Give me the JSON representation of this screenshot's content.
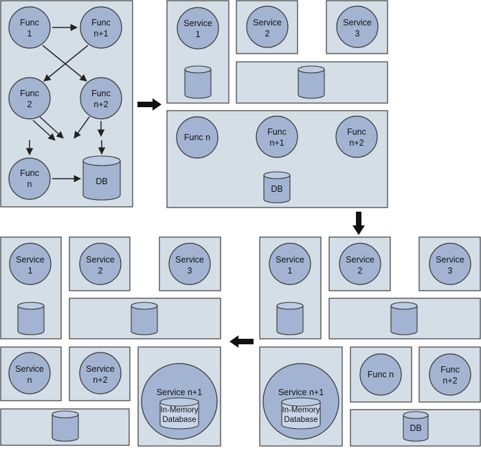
{
  "colors": {
    "panel_fill": "#d4dee7",
    "node_fill": "#a3b4d2",
    "outline": "#333333",
    "arrow": "#111111"
  },
  "stage1": {
    "func1": [
      "Func",
      "1"
    ],
    "func_n1": [
      "Func",
      "n+1"
    ],
    "func2": [
      "Func",
      "2"
    ],
    "func_n2": [
      "Func",
      "n+2"
    ],
    "func_n": [
      "Func",
      "n"
    ],
    "db": "DB"
  },
  "stage2": {
    "service1": [
      "Service",
      "1"
    ],
    "service2": [
      "Service",
      "2"
    ],
    "service3": [
      "Service",
      "3"
    ],
    "func_n": "Func n",
    "func_n1": [
      "Func",
      "n+1"
    ],
    "func_n2": [
      "Func",
      "n+2"
    ],
    "db": "DB"
  },
  "stage3": {
    "service1": [
      "Service",
      "1"
    ],
    "service2": [
      "Service",
      "2"
    ],
    "service3": [
      "Service",
      "3"
    ],
    "service_n1": "Service n+1",
    "in_memory_db": [
      "In-Memory",
      "Database"
    ],
    "func_n": "Func n",
    "func_n2": [
      "Func",
      "n+2"
    ],
    "db": "DB"
  },
  "stage4": {
    "service1": [
      "Service",
      "1"
    ],
    "service2": [
      "Service",
      "2"
    ],
    "service3": [
      "Service",
      "3"
    ],
    "service_n": [
      "Service",
      "n"
    ],
    "service_n2": [
      "Service",
      "n+2"
    ],
    "service_n1": "Service n+1",
    "in_memory_db": [
      "In-Memory",
      "Database"
    ]
  }
}
